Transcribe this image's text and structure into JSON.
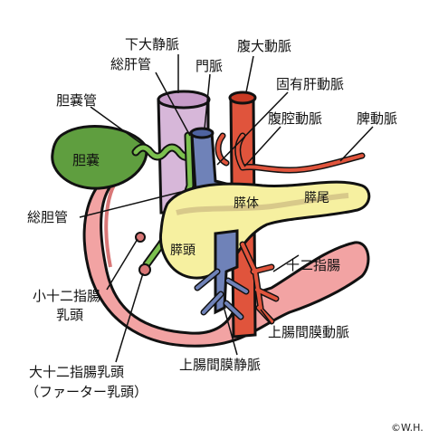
{
  "labels": {
    "ivc": "下大静脈",
    "aorta": "腹大動脈",
    "common_hepatic_duct": "総肝管",
    "portal_vein": "門脈",
    "proper_hepatic_artery": "固有肝動脈",
    "cystic_duct": "胆嚢管",
    "celiac_artery": "腹腔動脈",
    "splenic_artery": "脾動脈",
    "gallbladder": "胆嚢",
    "pancreas_body": "膵体",
    "pancreas_tail": "膵尾",
    "common_bile_duct": "総胆管",
    "pancreas_head": "膵頭",
    "duodenum": "十二指腸",
    "minor_papilla_l1": "小十二指腸",
    "minor_papilla_l2": "乳頭",
    "sma": "上腸間膜動脈",
    "major_papilla_l1": "大十二指腸乳頭",
    "major_papilla_l2": "（ファーター乳頭）",
    "smv": "上腸間膜静脈"
  },
  "copyright": "©W.H."
}
